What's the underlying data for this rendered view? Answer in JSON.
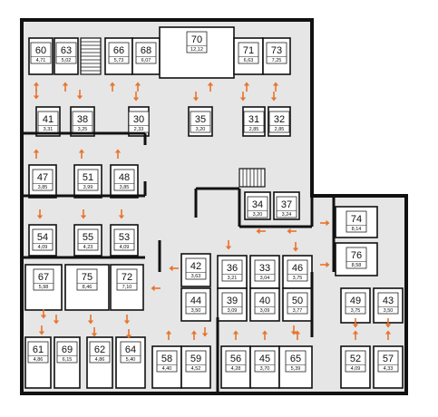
{
  "colors": {
    "wall": "#111111",
    "corridor": "#e6e6e6",
    "room": "#ffffff",
    "label_border": "#222222",
    "arrow": "#e8742c"
  },
  "units": [
    {
      "id": "60",
      "area": "4,71"
    },
    {
      "id": "63",
      "area": "5,02"
    },
    {
      "id": "66",
      "area": "5,73"
    },
    {
      "id": "68",
      "area": "6,07"
    },
    {
      "id": "70",
      "area": "12,12"
    },
    {
      "id": "71",
      "area": "6,63"
    },
    {
      "id": "73",
      "area": "7,25"
    },
    {
      "id": "41",
      "area": "3,31"
    },
    {
      "id": "38",
      "area": "3,25"
    },
    {
      "id": "30",
      "area": "2,33"
    },
    {
      "id": "35",
      "area": "3,20"
    },
    {
      "id": "31",
      "area": "2,85"
    },
    {
      "id": "32",
      "area": "2,85"
    },
    {
      "id": "47",
      "area": "3,85"
    },
    {
      "id": "51",
      "area": "3,99"
    },
    {
      "id": "48",
      "area": "3,85"
    },
    {
      "id": "34",
      "area": "3,20"
    },
    {
      "id": "37",
      "area": "3,24"
    },
    {
      "id": "74",
      "area": "8,14"
    },
    {
      "id": "54",
      "area": "4,09"
    },
    {
      "id": "55",
      "area": "4,23"
    },
    {
      "id": "53",
      "area": "4,09"
    },
    {
      "id": "76",
      "area": "8,58"
    },
    {
      "id": "42",
      "area": "3,63"
    },
    {
      "id": "36",
      "area": "3,21"
    },
    {
      "id": "33",
      "area": "3,04"
    },
    {
      "id": "46",
      "area": "3,75"
    },
    {
      "id": "67",
      "area": "5,98"
    },
    {
      "id": "75",
      "area": "8,46"
    },
    {
      "id": "72",
      "area": "7,10"
    },
    {
      "id": "44",
      "area": "3,50"
    },
    {
      "id": "39",
      "area": "3,09"
    },
    {
      "id": "40",
      "area": "3,09"
    },
    {
      "id": "50",
      "area": "3,77"
    },
    {
      "id": "49",
      "area": "3,75"
    },
    {
      "id": "43",
      "area": "3,50"
    },
    {
      "id": "61",
      "area": "4,86"
    },
    {
      "id": "69",
      "area": "6,15"
    },
    {
      "id": "62",
      "area": "4,86"
    },
    {
      "id": "64",
      "area": "5,40"
    },
    {
      "id": "58",
      "area": "4,40"
    },
    {
      "id": "59",
      "area": "4,52"
    },
    {
      "id": "56",
      "area": "4,28"
    },
    {
      "id": "45",
      "area": "3,70"
    },
    {
      "id": "65",
      "area": "5,39"
    },
    {
      "id": "52",
      "area": "4,09"
    },
    {
      "id": "57",
      "area": "4,33"
    }
  ]
}
